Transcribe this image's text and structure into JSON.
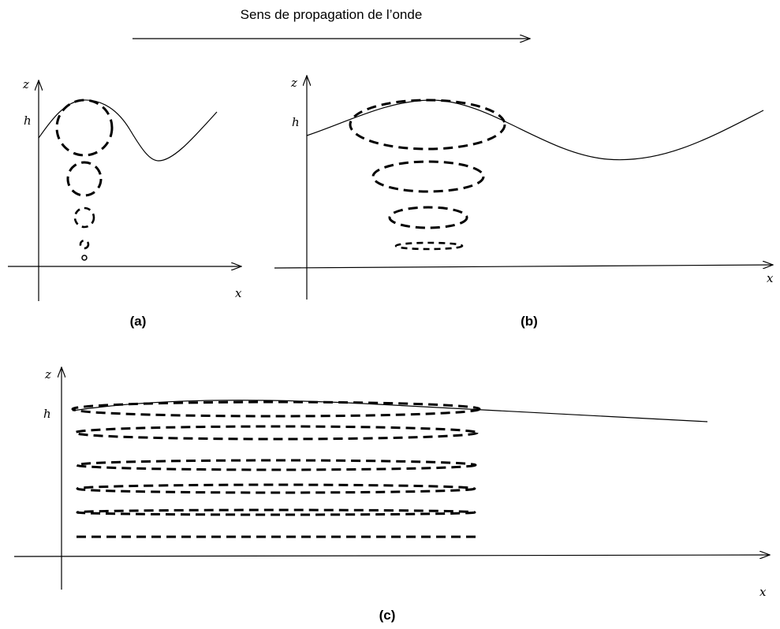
{
  "header": {
    "title": "Sens de propagation de l’onde"
  },
  "panels": [
    {
      "caption": "(a)",
      "axis_z": "z",
      "axis_x": "x",
      "level_label": "h"
    },
    {
      "caption": "(b)",
      "axis_z": "z",
      "axis_x": "x",
      "level_label": "h"
    },
    {
      "caption": "(c)",
      "axis_z": "z",
      "axis_x": "x",
      "level_label": "h"
    }
  ]
}
